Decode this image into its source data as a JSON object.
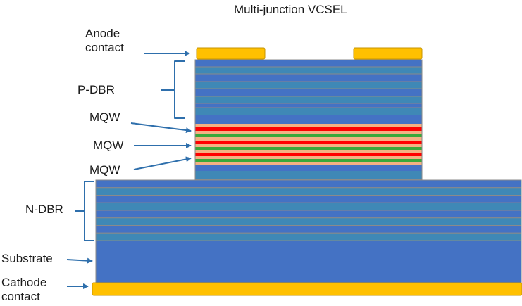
{
  "title": "Multi-junction VCSEL",
  "labels": {
    "anode_contact": "Anode\ncontact",
    "p_dbr": "P-DBR",
    "mqw": [
      "MQW",
      "MQW",
      "MQW"
    ],
    "n_dbr": "N-DBR",
    "substrate": "Substrate",
    "cathode_contact": "Cathode\ncontact"
  },
  "colors": {
    "dbr_dark": "#4472c4",
    "dbr_light": "#3f88b6",
    "layer_edge": "#8a8a8a",
    "mqw_red": "#ff0000",
    "mqw_green": "#3aa83a",
    "mqw_peach": "#f4b183",
    "substrate": "#4472c4",
    "contact": "#ffc000",
    "contact_edge": "#c79400",
    "arrow": "#2e6fac",
    "bracket": "#2e6fac"
  }
}
